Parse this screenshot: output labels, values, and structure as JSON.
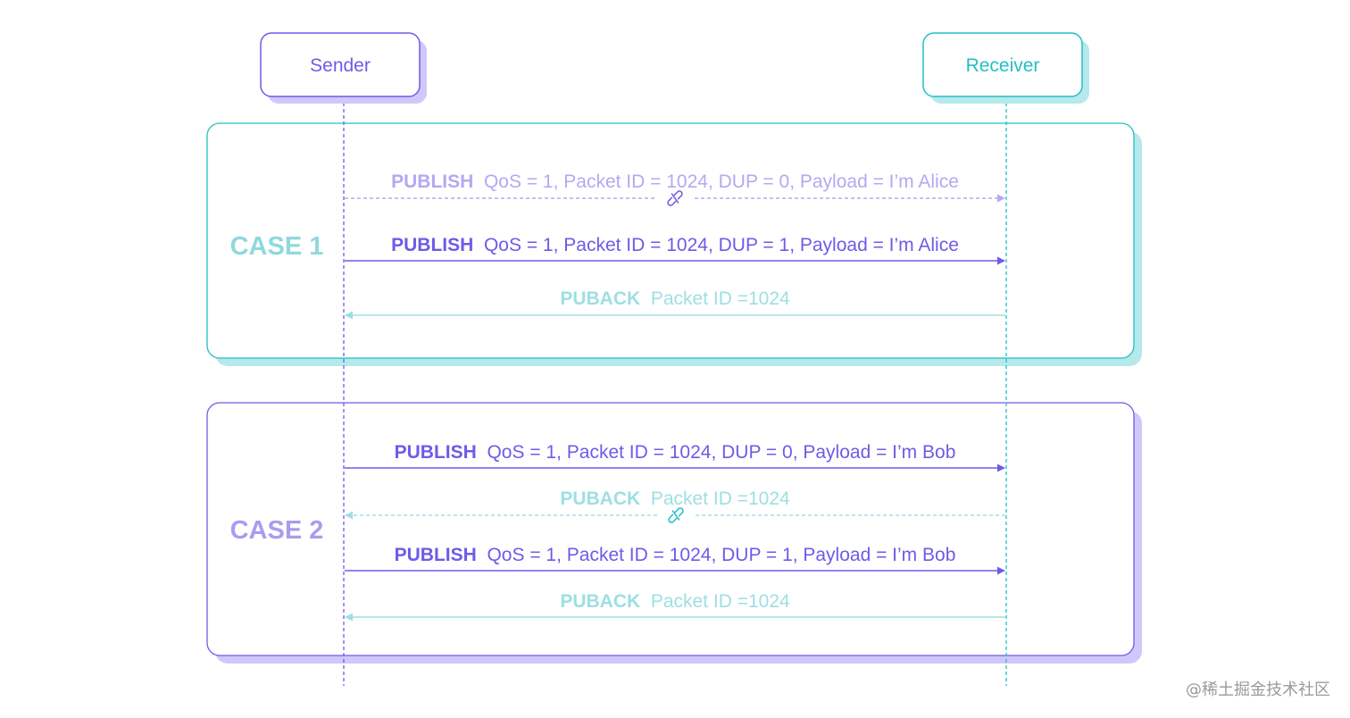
{
  "colors": {
    "sender": "#6c5ce7",
    "sender_light": "#b3a9f2",
    "sender_shadow": "#cfc8fb",
    "receiver": "#22bfc4",
    "receiver_light": "#9edfe2",
    "receiver_shadow": "#b6e9ec",
    "case1_label": "#8fd9dc",
    "case2_label": "#a99cf0"
  },
  "actors": {
    "sender": {
      "label": "Sender"
    },
    "receiver": {
      "label": "Receiver"
    }
  },
  "cases": [
    {
      "label": "CASE 1",
      "messages": [
        {
          "keyword": "PUBLISH",
          "detail": "QoS = 1, Packet ID = 1024, DUP = 0, Payload = I’m Alice",
          "direction": "to-receiver",
          "style": "lost"
        },
        {
          "keyword": "PUBLISH",
          "detail": "QoS = 1, Packet ID = 1024, DUP = 1, Payload = I’m Alice",
          "direction": "to-receiver",
          "style": "normal"
        },
        {
          "keyword": "PUBACK",
          "detail": "Packet ID =1024",
          "direction": "to-sender",
          "style": "normal"
        }
      ]
    },
    {
      "label": "CASE 2",
      "messages": [
        {
          "keyword": "PUBLISH",
          "detail": "QoS = 1, Packet ID = 1024, DUP = 0, Payload = I’m Bob",
          "direction": "to-receiver",
          "style": "normal"
        },
        {
          "keyword": "PUBACK",
          "detail": "Packet ID =1024",
          "direction": "to-sender",
          "style": "lost"
        },
        {
          "keyword": "PUBLISH",
          "detail": "QoS = 1, Packet ID = 1024, DUP = 1, Payload = I’m Bob",
          "direction": "to-receiver",
          "style": "normal"
        },
        {
          "keyword": "PUBACK",
          "detail": "Packet ID =1024",
          "direction": "to-sender",
          "style": "normal"
        }
      ]
    }
  ],
  "broken_link_icon": "broken-link-icon",
  "watermark": "@稀土掘金技术社区"
}
